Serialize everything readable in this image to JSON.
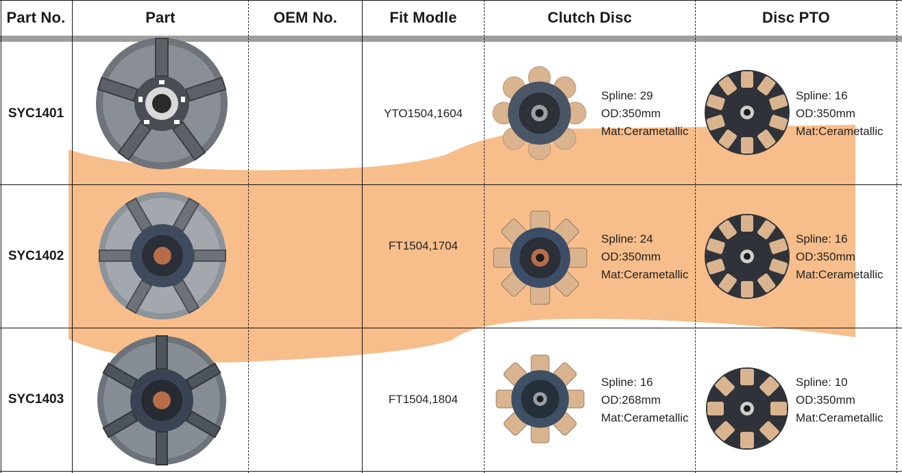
{
  "headers": {
    "part_no": "Part No.",
    "part": "Part",
    "oem_no": "OEM No.",
    "fit_model": "Fit Modle",
    "clutch_disc": "Clutch Disc",
    "disc_pto": "Disc PTO"
  },
  "rows": [
    {
      "part_no": "SYC1401",
      "oem_no": "",
      "fit_model": "YTO1504,1604",
      "clutch_disc": {
        "spline": "Spline: 29",
        "od": "OD:350mm",
        "mat": "Mat:Cerametallic"
      },
      "disc_pto": {
        "spline": "Spline: 16",
        "od": "OD:350mm",
        "mat": "Mat:Cerametallic"
      }
    },
    {
      "part_no": "SYC1402",
      "oem_no": "",
      "fit_model": "FT1504,1704",
      "clutch_disc": {
        "spline": "Spline: 24",
        "od": "OD:350mm",
        "mat": "Mat:Cerametallic"
      },
      "disc_pto": {
        "spline": "Spline: 16",
        "od": "OD:350mm",
        "mat": "Mat:Cerametallic"
      }
    },
    {
      "part_no": "SYC1403",
      "oem_no": "",
      "fit_model": "FT1504,1804",
      "clutch_disc": {
        "spline": "Spline: 16",
        "od": "OD:268mm",
        "mat": "Mat:Cerametallic"
      },
      "disc_pto": {
        "spline": "Spline: 10",
        "od": "OD:350mm",
        "mat": "Mat:Cerametallic"
      }
    }
  ],
  "colors": {
    "band": "#f7bd8a",
    "header_bar": "#9e9e9e",
    "lining": "#d9b48f",
    "disc_dark": "#3a3f47",
    "plate_grey": "#8d939a"
  },
  "icons": [
    "pressure-plate-image",
    "clutch-disc-image",
    "pto-disc-image"
  ]
}
